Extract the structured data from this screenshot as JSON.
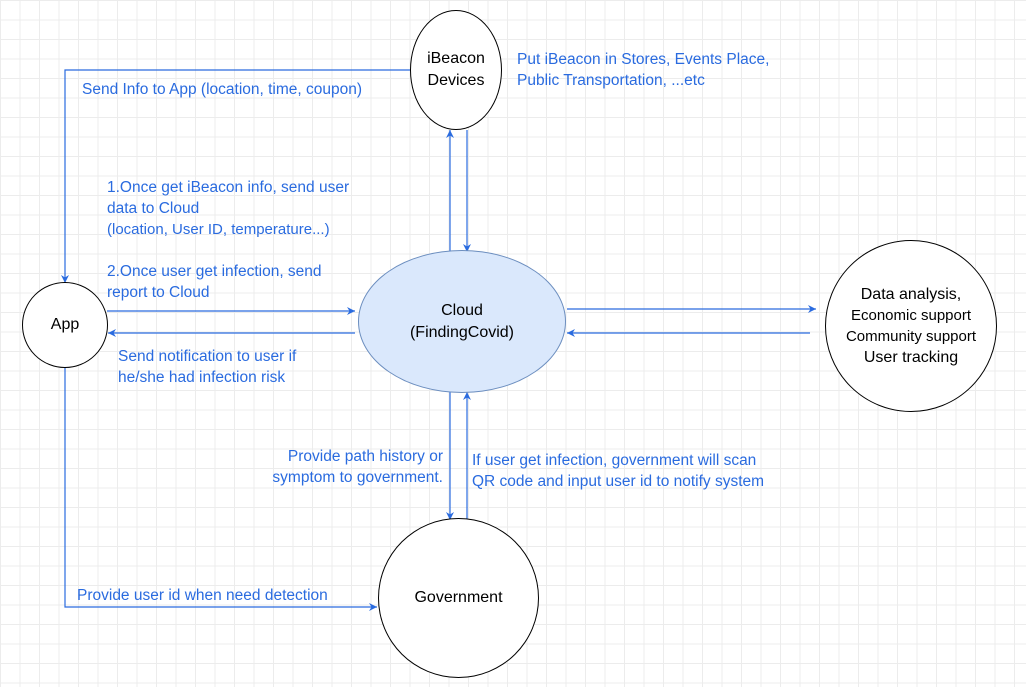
{
  "colors": {
    "arrow": "#2a6bdf",
    "cloud_fill": "#dae8fc",
    "cloud_stroke": "#6c8ebf",
    "node_stroke": "#000000"
  },
  "nodes": {
    "ibeacon": "iBeacon\nDevices",
    "cloud": "Cloud\n(FindingCovid)",
    "app": "App",
    "analysis_line1": "Data analysis,",
    "analysis_line2": "Economic support\nCommunity support",
    "analysis_line3": "User tracking",
    "government": "Government"
  },
  "labels": {
    "put_ibeacon": "Put iBeacon in Stores, Events Place,\nPublic Transportation, ...etc",
    "send_info": "Send Info to App (location, time, coupon)",
    "once_ibeacon": "1.Once get iBeacon info, send user\ndata to Cloud",
    "once_ibeacon_detail": "(location, User ID, temperature...)",
    "once_infection": "2.Once user get infection, send\nreport to Cloud",
    "send_notification": "Send notification to user if\nhe/she had infection risk",
    "provide_path": "Provide path history or\nsymptom to government.",
    "gov_scan": "If user get infection, government will scan\nQR code and input user id to notify system",
    "provide_userid": "Provide user id when need detection"
  }
}
